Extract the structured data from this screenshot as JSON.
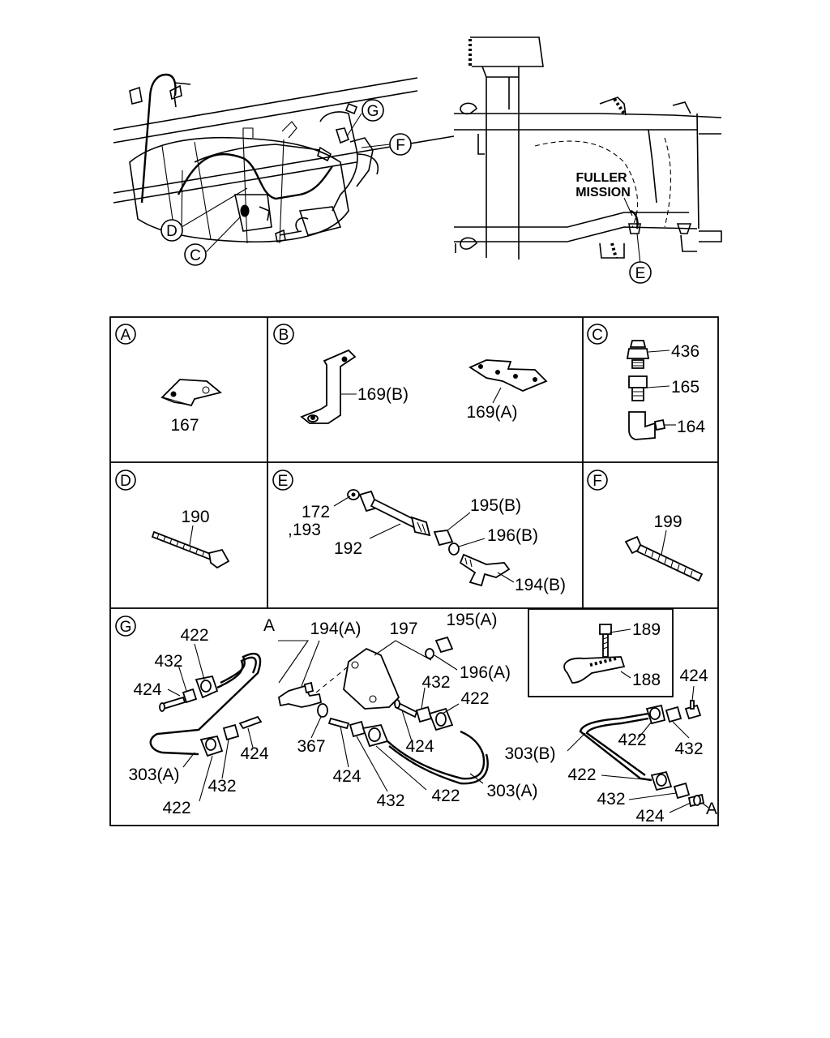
{
  "overview": {
    "left_callouts": [
      "G",
      "F",
      "D",
      "C"
    ],
    "right_label_line1": "FULLER",
    "right_label_line2": "MISSION",
    "right_callout": "E"
  },
  "panels": {
    "A": {
      "letter": "A",
      "parts": [
        "167"
      ]
    },
    "B": {
      "letter": "B",
      "parts": [
        "169(B)",
        "169(A)"
      ]
    },
    "C": {
      "letter": "C",
      "parts": [
        "436",
        "165",
        "164"
      ]
    },
    "D": {
      "letter": "D",
      "parts": [
        "190"
      ]
    },
    "E": {
      "letter": "E",
      "parts": [
        "172",
        ",193",
        "192",
        "195(B)",
        "196(B)",
        "194(B)"
      ]
    },
    "F": {
      "letter": "F",
      "parts": [
        "199"
      ]
    },
    "G": {
      "letter": "G",
      "ref_marker": "A",
      "parts": [
        "422",
        "432",
        "424",
        "303(A)",
        "424",
        "432",
        "422",
        "194(A)",
        "197",
        "195(A)",
        "196(A)",
        "432",
        "422",
        "367",
        "424",
        "424",
        "432",
        "422",
        "303(A)",
        "189",
        "188",
        "424",
        "422",
        "432",
        "303(B)",
        "422",
        "432",
        "424"
      ],
      "end_marker": "A"
    }
  }
}
